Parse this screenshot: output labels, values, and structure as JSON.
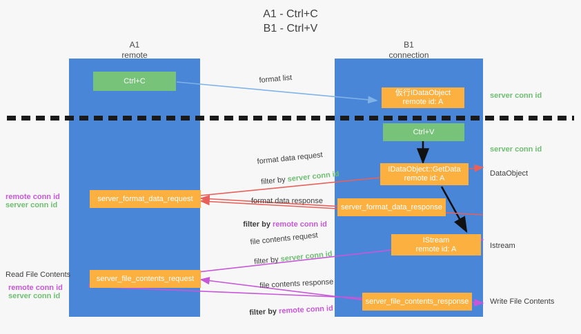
{
  "title": "A1 - Ctrl+C\nB1 - Ctrl+V",
  "columns": {
    "left": {
      "name": "A1",
      "role": "remote",
      "header": "A1\nremote"
    },
    "right": {
      "name": "B1",
      "role": "connection",
      "header": "B1\nconnection"
    }
  },
  "colors": {
    "lane": "#4a86d8",
    "green_box": "#77c379",
    "orange_box": "#fbb040",
    "server_conn_id": "#6ebe71",
    "remote_conn_id": "#c757d8",
    "arrow_blue": "#7fb3e8",
    "arrow_red": "#e8605a",
    "arrow_magenta": "#c757d8",
    "arrow_black": "#111111",
    "background": "#f7f7f7",
    "divider": "#1a1a1a"
  },
  "boxes": {
    "ctrl_c": "Ctrl+C",
    "ctrl_v": "Ctrl+V",
    "idataobject_remote": "仮行IDataObject\nremote id: A",
    "getdata_remote": "IDataObject::GetData\nremote id: A",
    "istream_remote": "IStream\nremote id: A",
    "server_format_data_request": "server_format_data_request",
    "server_format_data_response": "server_format_data_response",
    "server_file_contents_request": "server_file_contents_request",
    "server_file_contents_response": "server_file_contents_response"
  },
  "arrow_labels": {
    "format_list": "format list",
    "format_data_request": "format data request",
    "format_data_request_filter_prefix": "filter by ",
    "format_data_request_filter_value": "server conn id",
    "format_data_response": "format data response",
    "format_data_response_filter_prefix": "filter by ",
    "format_data_response_filter_value": "remote conn id",
    "file_contents_request": "file contents request",
    "file_contents_request_filter_prefix": "filter by ",
    "file_contents_request_filter_value": "server conn id",
    "file_contents_response": "file contents response",
    "file_contents_response_filter_prefix": "filter by ",
    "file_contents_response_filter_value": "remote conn id"
  },
  "right_labels": {
    "server_conn_id_top": "server conn id",
    "server_conn_id_mid": "server conn id",
    "dataobject": "DataObject",
    "istream": "Istream",
    "write_file_contents": "Write File Contents"
  },
  "left_labels": {
    "remote_conn_id_upper": "remote conn id",
    "server_conn_id_upper": "server conn id",
    "read_file_contents": "Read File Contents",
    "remote_conn_id_lower": "remote conn id",
    "server_conn_id_lower": "server conn id"
  }
}
